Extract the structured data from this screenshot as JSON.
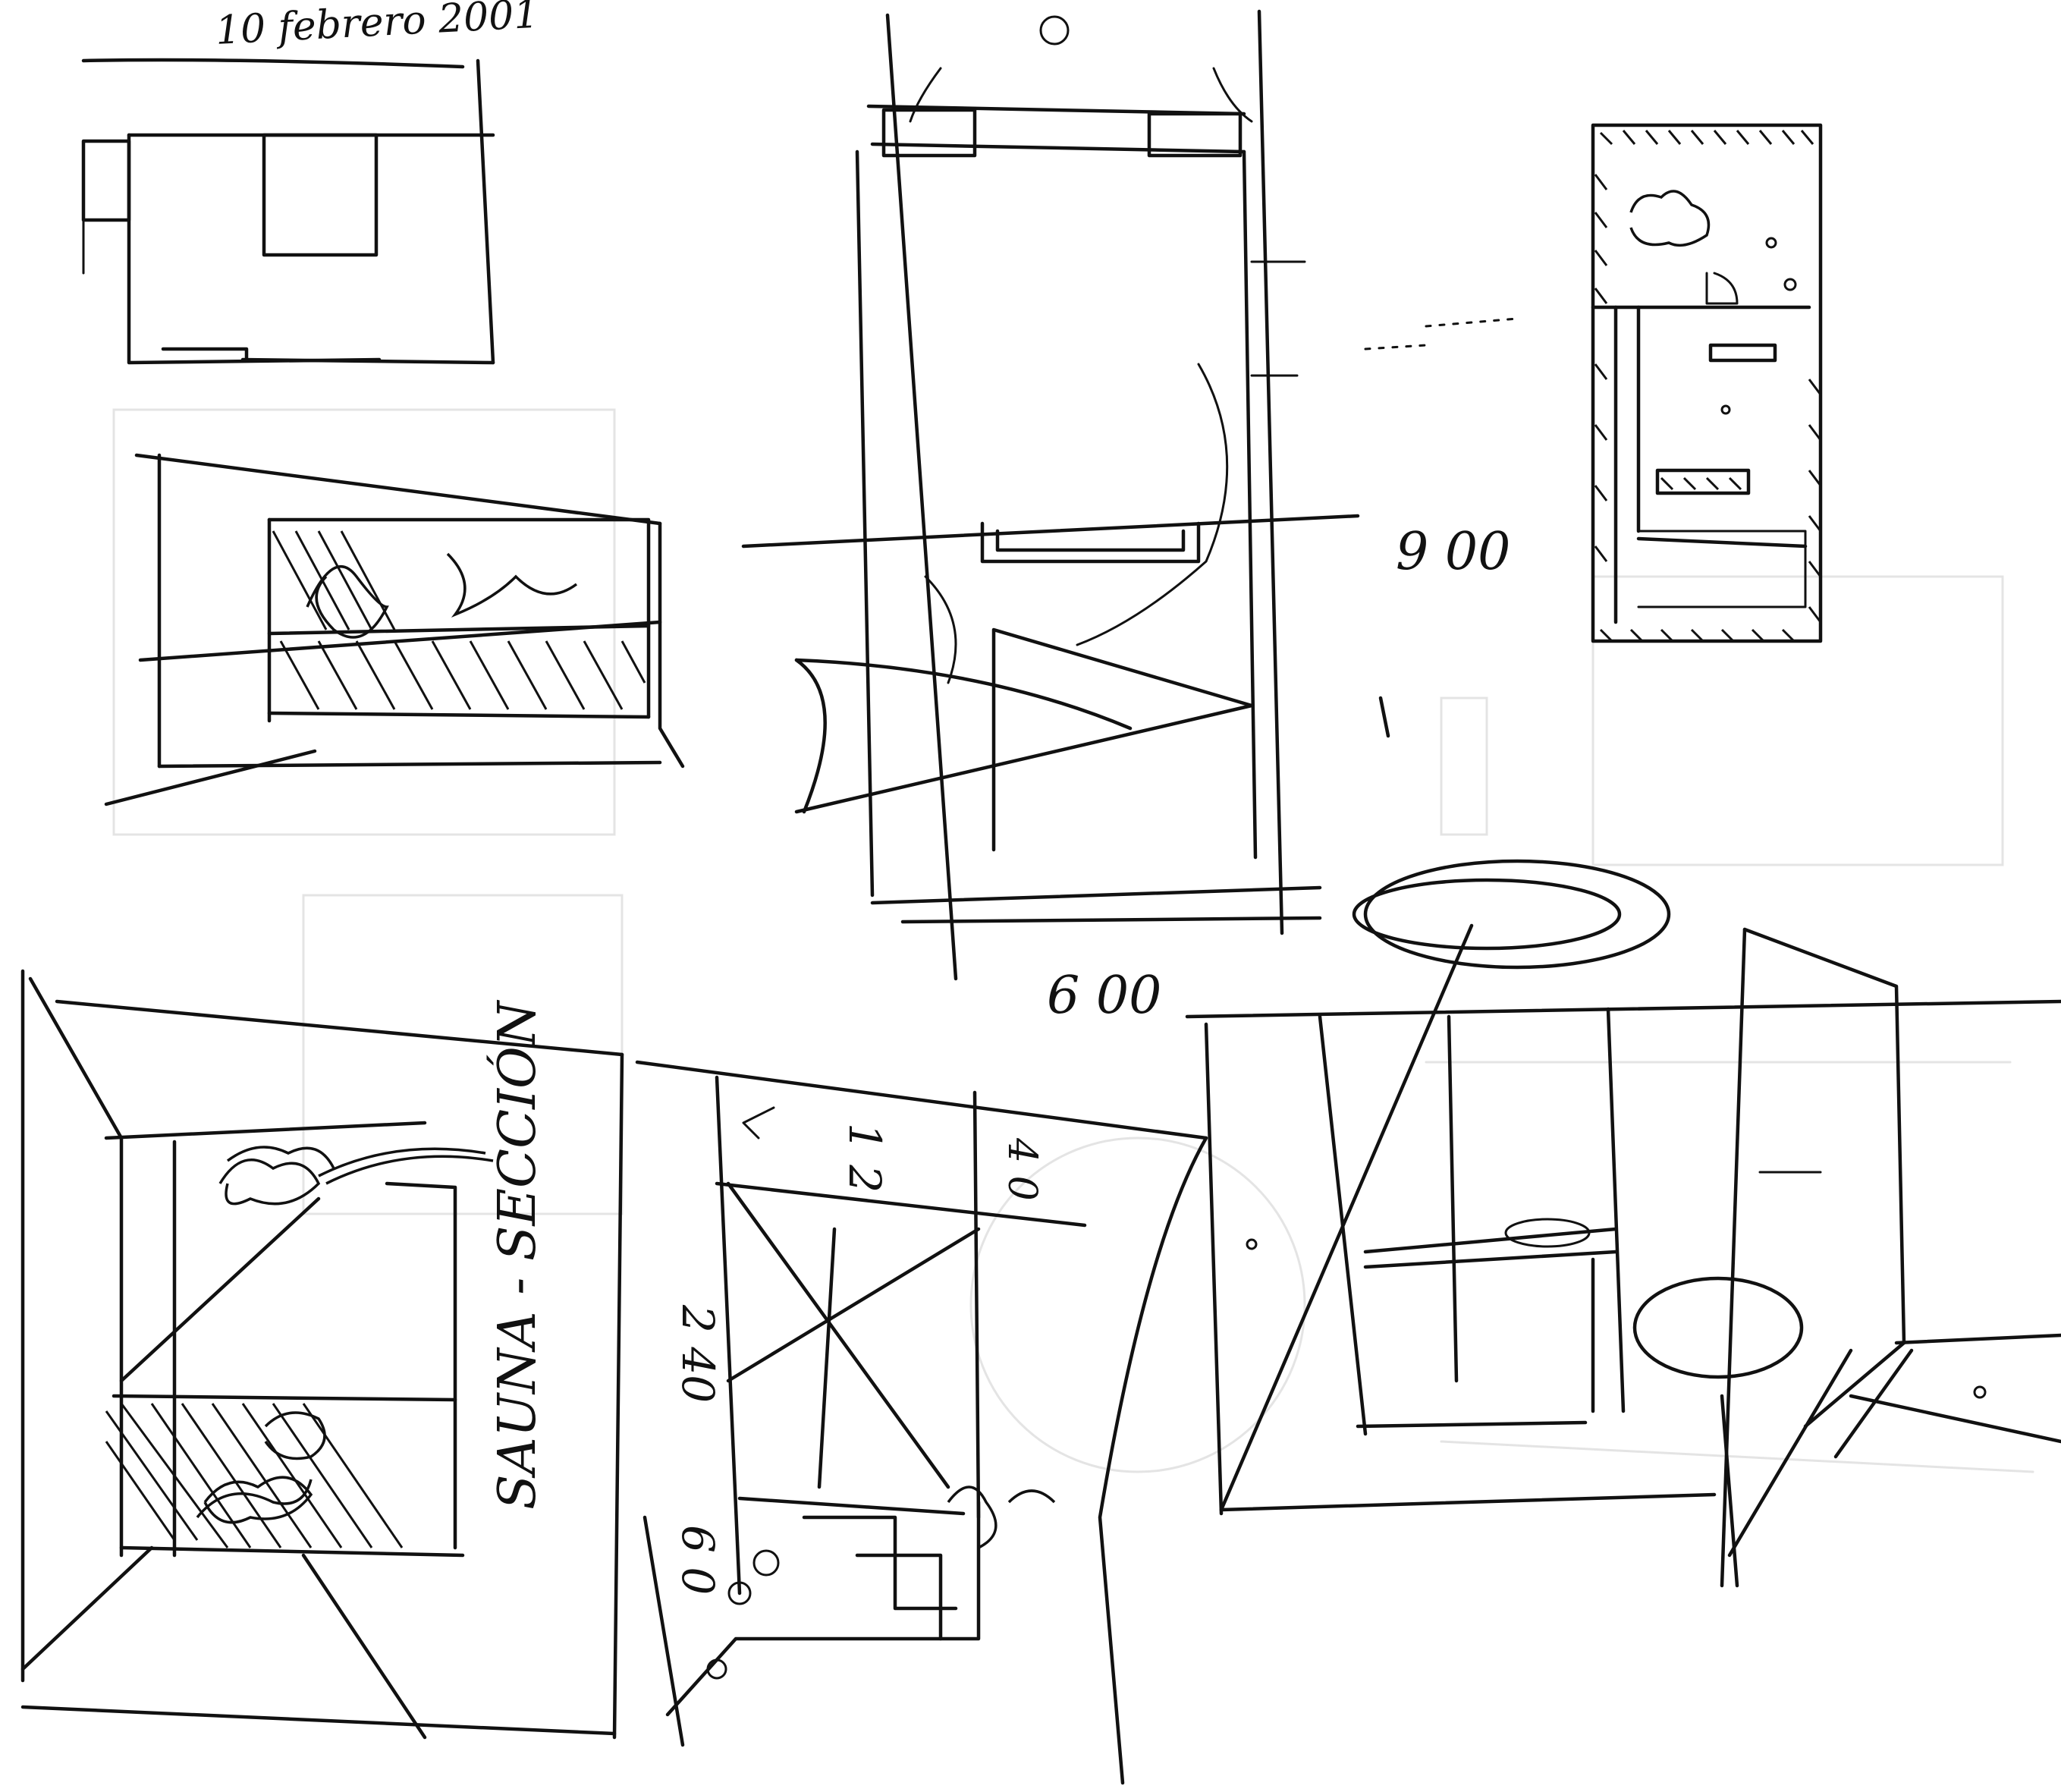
{
  "sketch_date": "10 febrero 2001",
  "dimension_labels": {
    "plan_width": "9 00",
    "plan_length": "6 00",
    "section_height": "2 40",
    "section_top": "1 2",
    "section_side": "4 0",
    "section_low": "6 0"
  },
  "section_title": "SAUNA - SECCIÓN",
  "colors": {
    "ink": "#111111",
    "paper": "#ffffff",
    "ghost_pencil": "#e4e4e4"
  }
}
